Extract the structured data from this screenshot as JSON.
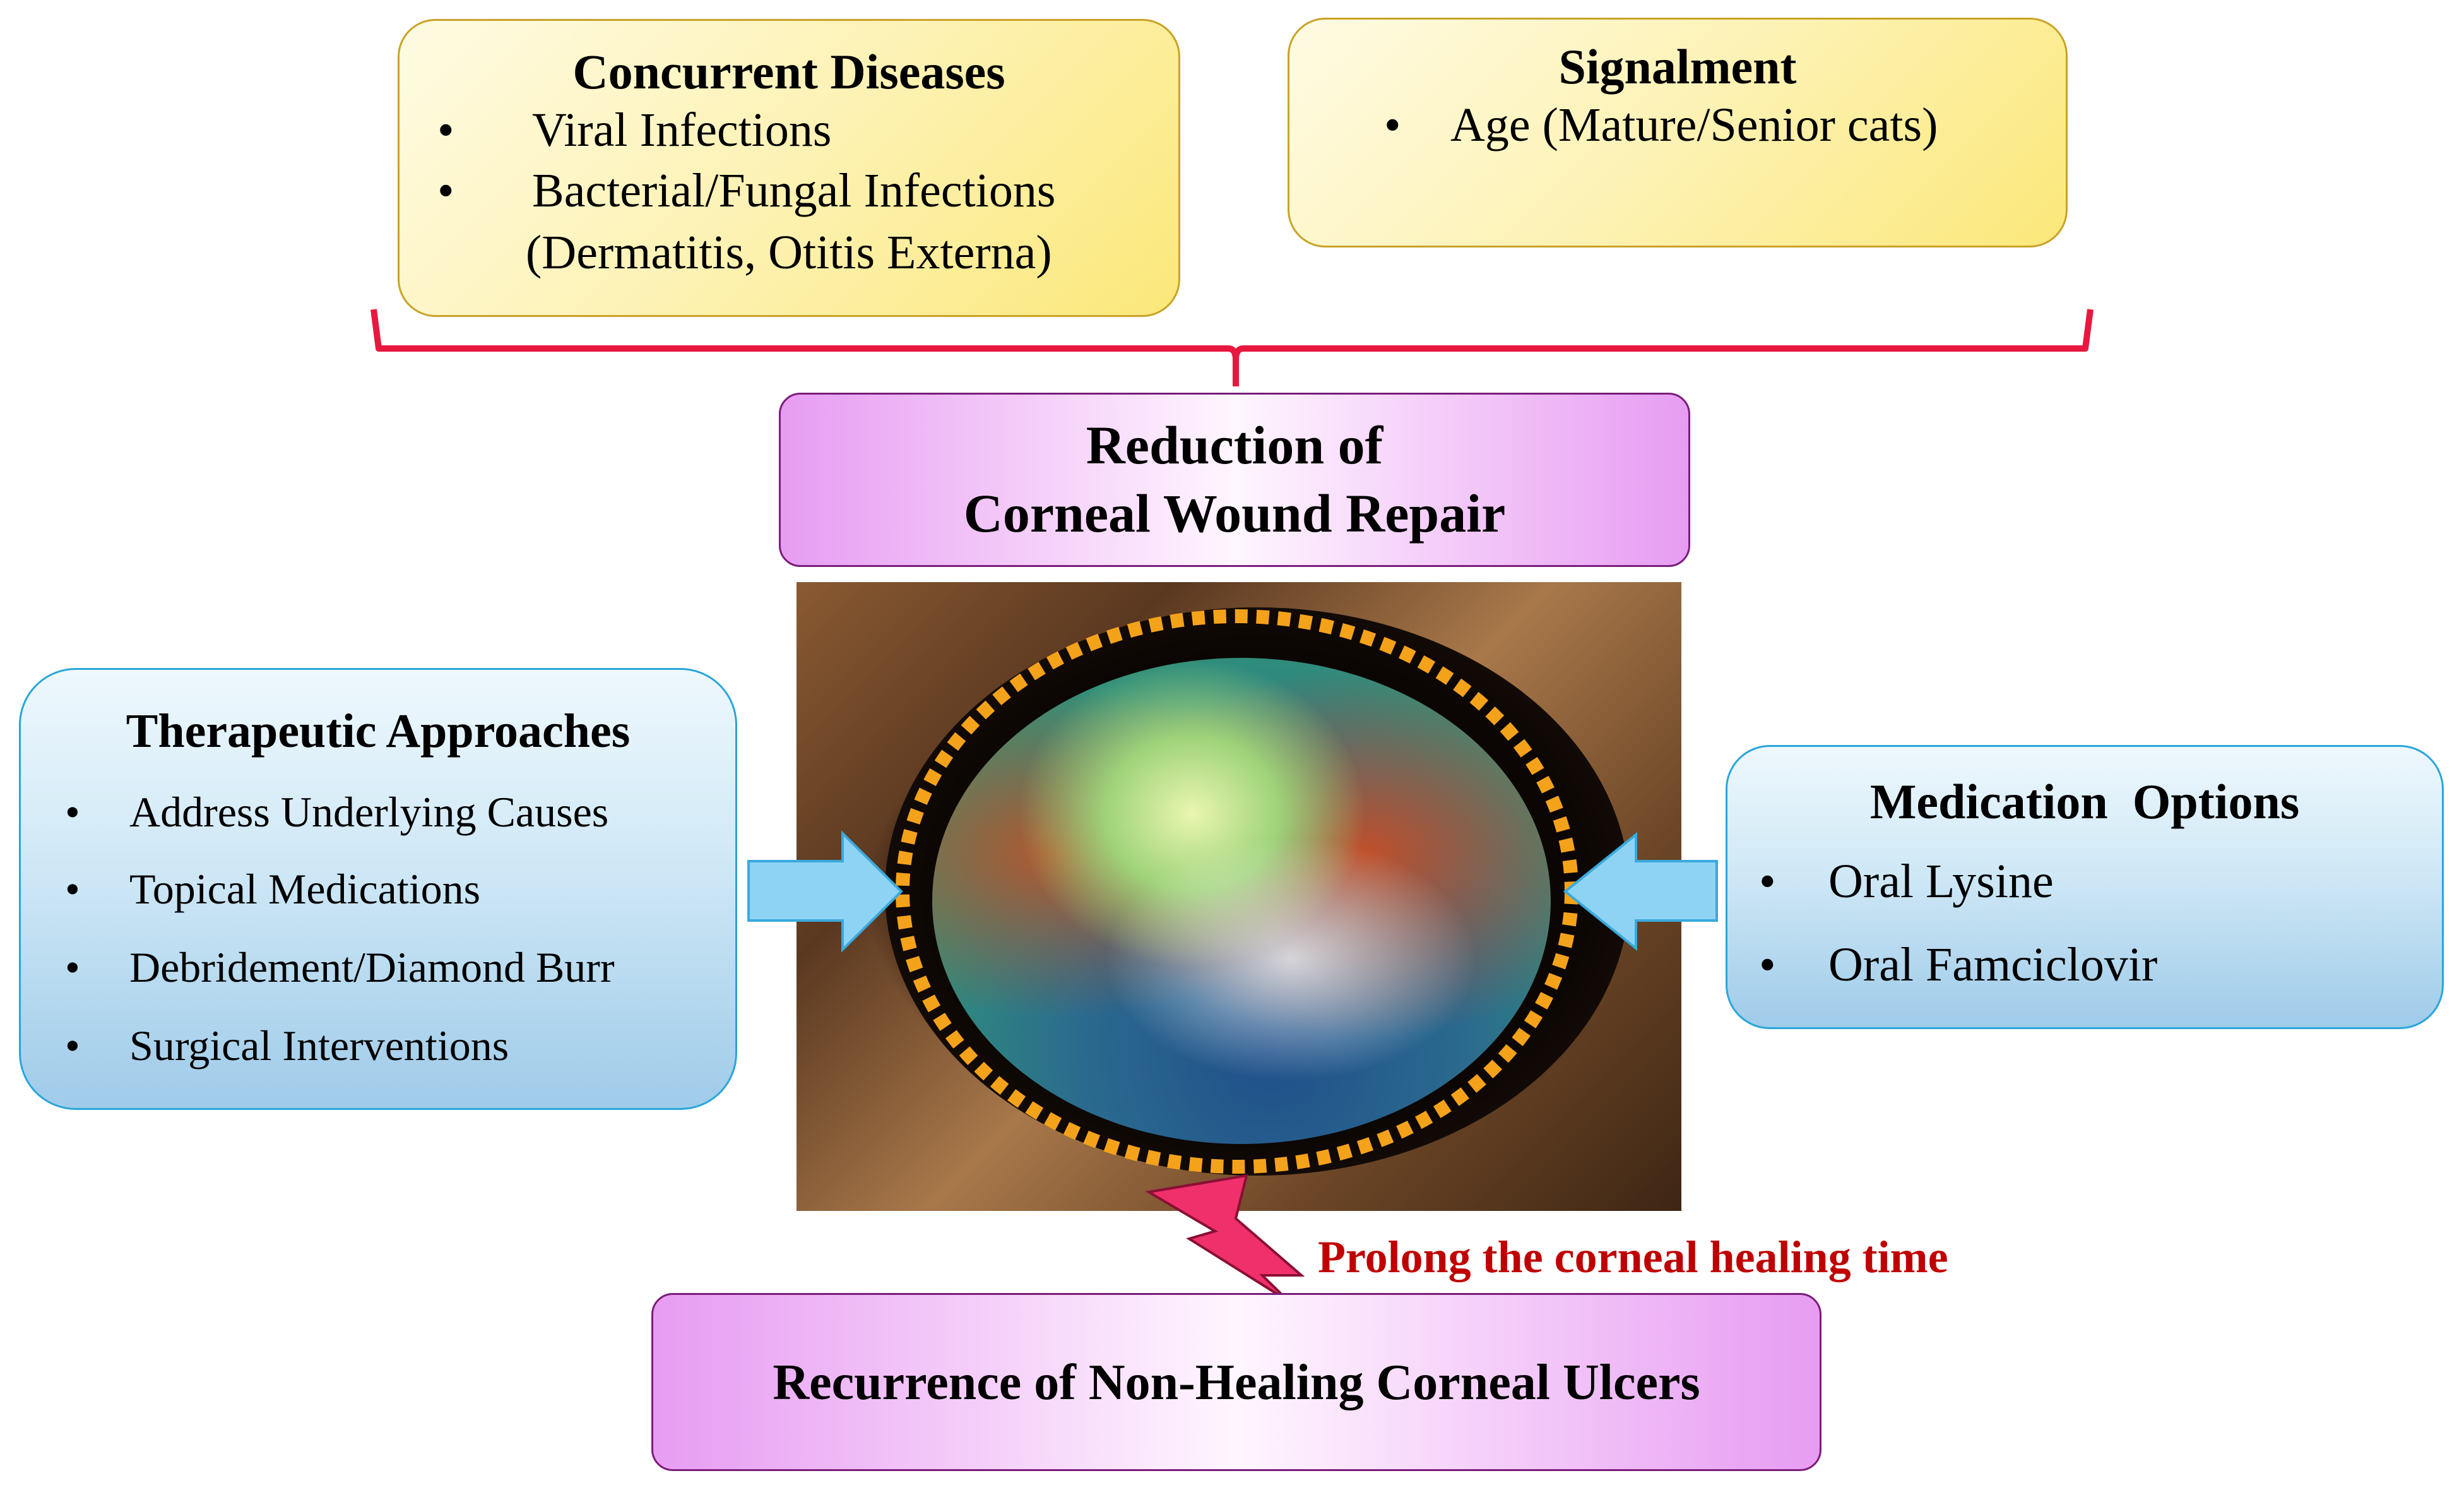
{
  "concurrent": {
    "title": "Concurrent Diseases",
    "items": [
      "Viral Infections",
      "Bacterial/Fungal Infections"
    ],
    "subitem": "(Dermatitis, Otitis Externa)"
  },
  "signalment": {
    "title": "Signalment",
    "items": [
      "Age (Mature/Senior cats)"
    ]
  },
  "reduction": {
    "line1": "Reduction of",
    "line2": "Corneal Wound Repair"
  },
  "therapeutic": {
    "title": "Therapeutic Approaches",
    "items": [
      "Address Underlying Causes",
      "Topical Medications",
      "Debridement/Diamond Burr",
      "Surgical Interventions"
    ]
  },
  "medication": {
    "title": "Medication  Options",
    "items": [
      "Oral Lysine",
      "Oral Famciclovir"
    ]
  },
  "prolong": {
    "text": "Prolong the corneal healing time"
  },
  "recurrence": {
    "text": "Recurrence of Non-Healing Corneal Ulcers"
  },
  "colors": {
    "bracket": "#e8173e",
    "dotted_circle": "#f5a21b",
    "prolong_text": "#c00000",
    "lightning": "#f0306a",
    "arrow_fill": "#8fd3f4",
    "arrow_stroke": "#3aa9dc"
  }
}
